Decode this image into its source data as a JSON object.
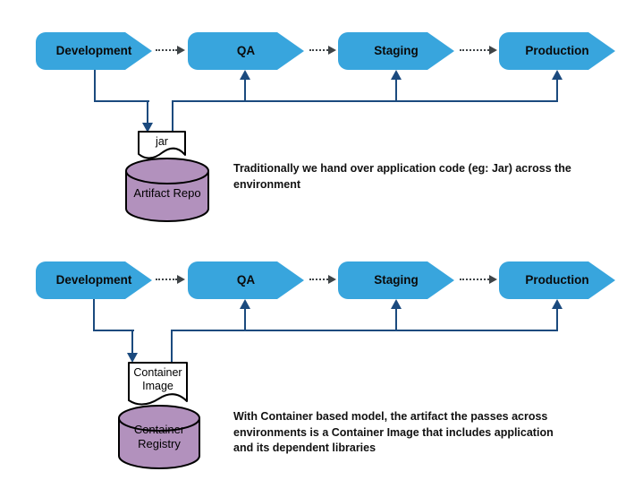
{
  "colors": {
    "stage_blue": "#38a5dd",
    "connector_navy": "#1b4a7e",
    "cylinder_purple": "#b291bd",
    "dotted_gray": "#3f4447",
    "document_fill": "#ffffff",
    "outline_black": "#000000"
  },
  "flows": [
    {
      "stages": [
        "Development",
        "QA",
        "Staging",
        "Production"
      ],
      "artifact": {
        "doc_label": "jar",
        "store_label": "Artifact Repo"
      },
      "caption_lines": [
        "Traditionally we hand over application code (eg: Jar) across the",
        "environment"
      ]
    },
    {
      "stages": [
        "Development",
        "QA",
        "Staging",
        "Production"
      ],
      "artifact": {
        "doc_label": "Container Image",
        "store_label": "Container Registry"
      },
      "caption_lines": [
        "With Container based model, the artifact the passes across",
        "environments is a Container Image that includes application",
        "and its dependent libraries"
      ]
    }
  ]
}
